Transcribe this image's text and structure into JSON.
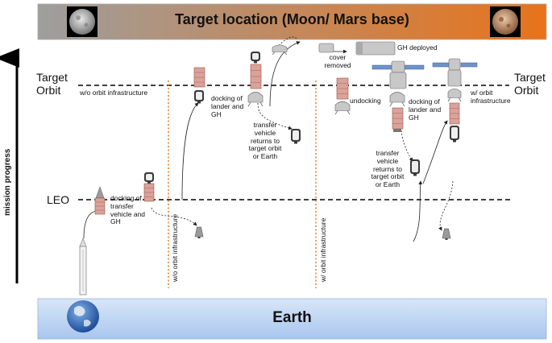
{
  "banner": {
    "title": "Target location (Moon/ Mars base)",
    "color_start": "#9e9e9e",
    "color_end": "#e8731a"
  },
  "earth": {
    "title": "Earth",
    "color_start": "#d8e6f8",
    "color_end": "#a9c6ee"
  },
  "axis": {
    "label": "mission progress"
  },
  "levels": {
    "target_orbit": "Target\nOrbit",
    "target_orbit_right": "Target\nOrbit",
    "leo": "LEO"
  },
  "notes": {
    "wo_orbit_infra_h": "w/o orbit infrastructure",
    "w_orbit_infra_h": "w/ orbit\ninfrastructure",
    "wo_orbit_infra_v": "w/o orbit infrastructure",
    "w_orbit_infra_v": "w/ orbit infrastructure",
    "docking_leo": "docking of\ntransfer\nvehicle and\nGH",
    "docking_lander_1": "docking of\nlander and\nGH",
    "docking_lander_2": "docking of\nlander and\nGH",
    "transfer_returns_1": "transfer\nvehicle\nreturns to\ntarget orbit\nor Earth",
    "transfer_returns_2": "transfer\nvehicle\nreturns to\ntarget orbit\nor Earth",
    "undocking": "undocking",
    "cover_removed": "cover\nremoved",
    "gh_deployed": "GH deployed"
  },
  "colors": {
    "module": "#d9a39a",
    "module_stroke": "#a0524a",
    "grey": "#c8c8c8",
    "dark": "#3a3a3a",
    "panel": "#6f93c9",
    "dotted_orange": "#e8731a"
  },
  "icons": [
    "moon-icon",
    "mars-icon",
    "earth-globe-icon"
  ]
}
